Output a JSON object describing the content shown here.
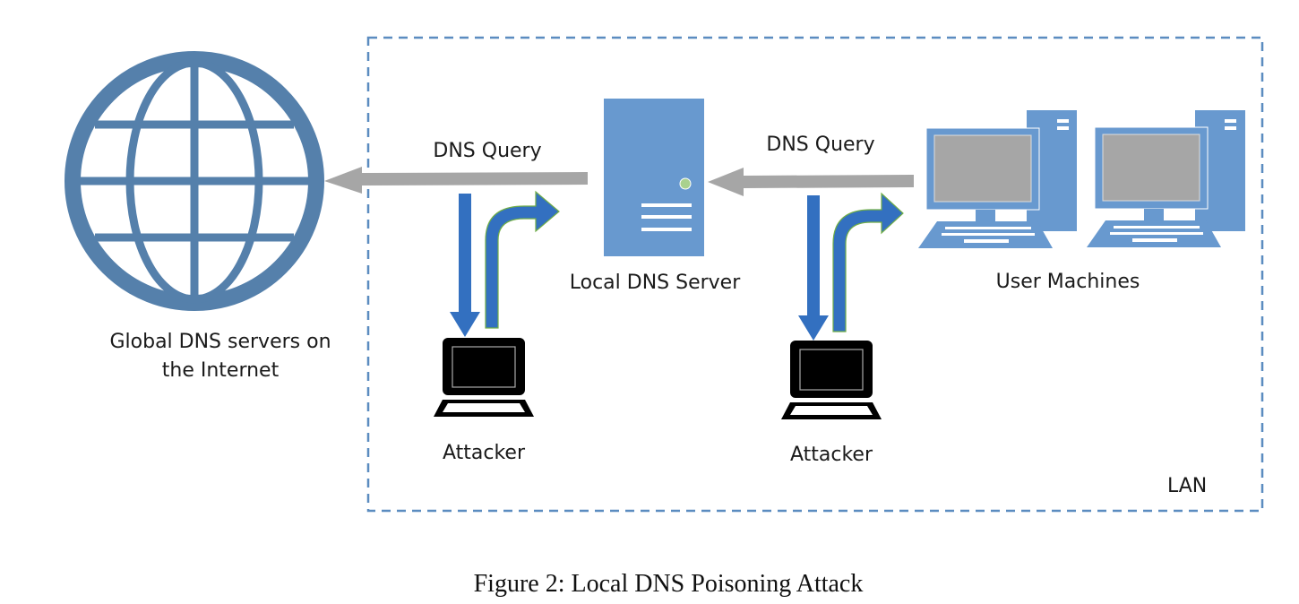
{
  "diagram": {
    "lan_label": "LAN",
    "nodes": {
      "global_dns": {
        "label_lines": [
          "Global DNS servers on",
          "the Internet"
        ],
        "icon": "globe-icon"
      },
      "local_dns": {
        "label": "Local DNS Server",
        "icon": "server-icon"
      },
      "user_machines": {
        "label": "User Machines",
        "icon": "desktop-computer-icon",
        "count": 2
      },
      "attacker_left": {
        "label": "Attacker",
        "icon": "laptop-icon"
      },
      "attacker_right": {
        "label": "Attacker",
        "icon": "laptop-icon"
      }
    },
    "edges": [
      {
        "from": "local_dns",
        "to": "global_dns",
        "label": "DNS Query"
      },
      {
        "from": "user_machines",
        "to": "local_dns",
        "label": "DNS Query"
      },
      {
        "from": "dns_query_left",
        "to": "attacker_left",
        "label": ""
      },
      {
        "from": "attacker_left",
        "to": "local_dns",
        "label": ""
      },
      {
        "from": "dns_query_right",
        "to": "attacker_right",
        "label": ""
      },
      {
        "from": "attacker_right",
        "to": "user_machines",
        "label": ""
      }
    ],
    "colors": {
      "globe": "#5580ab",
      "device_blue": "#6899cf",
      "screen_gray": "#a6a6a6",
      "query_arrow": "#a6a6a6",
      "attack_arrow": "#3370c0",
      "attack_arrow_outline": "#70ad47",
      "server_led": "#a9d18e",
      "lan_border": "#5b8cc0",
      "laptop": "#000000"
    }
  },
  "caption": "Figure 2: Local DNS Poisoning Attack"
}
